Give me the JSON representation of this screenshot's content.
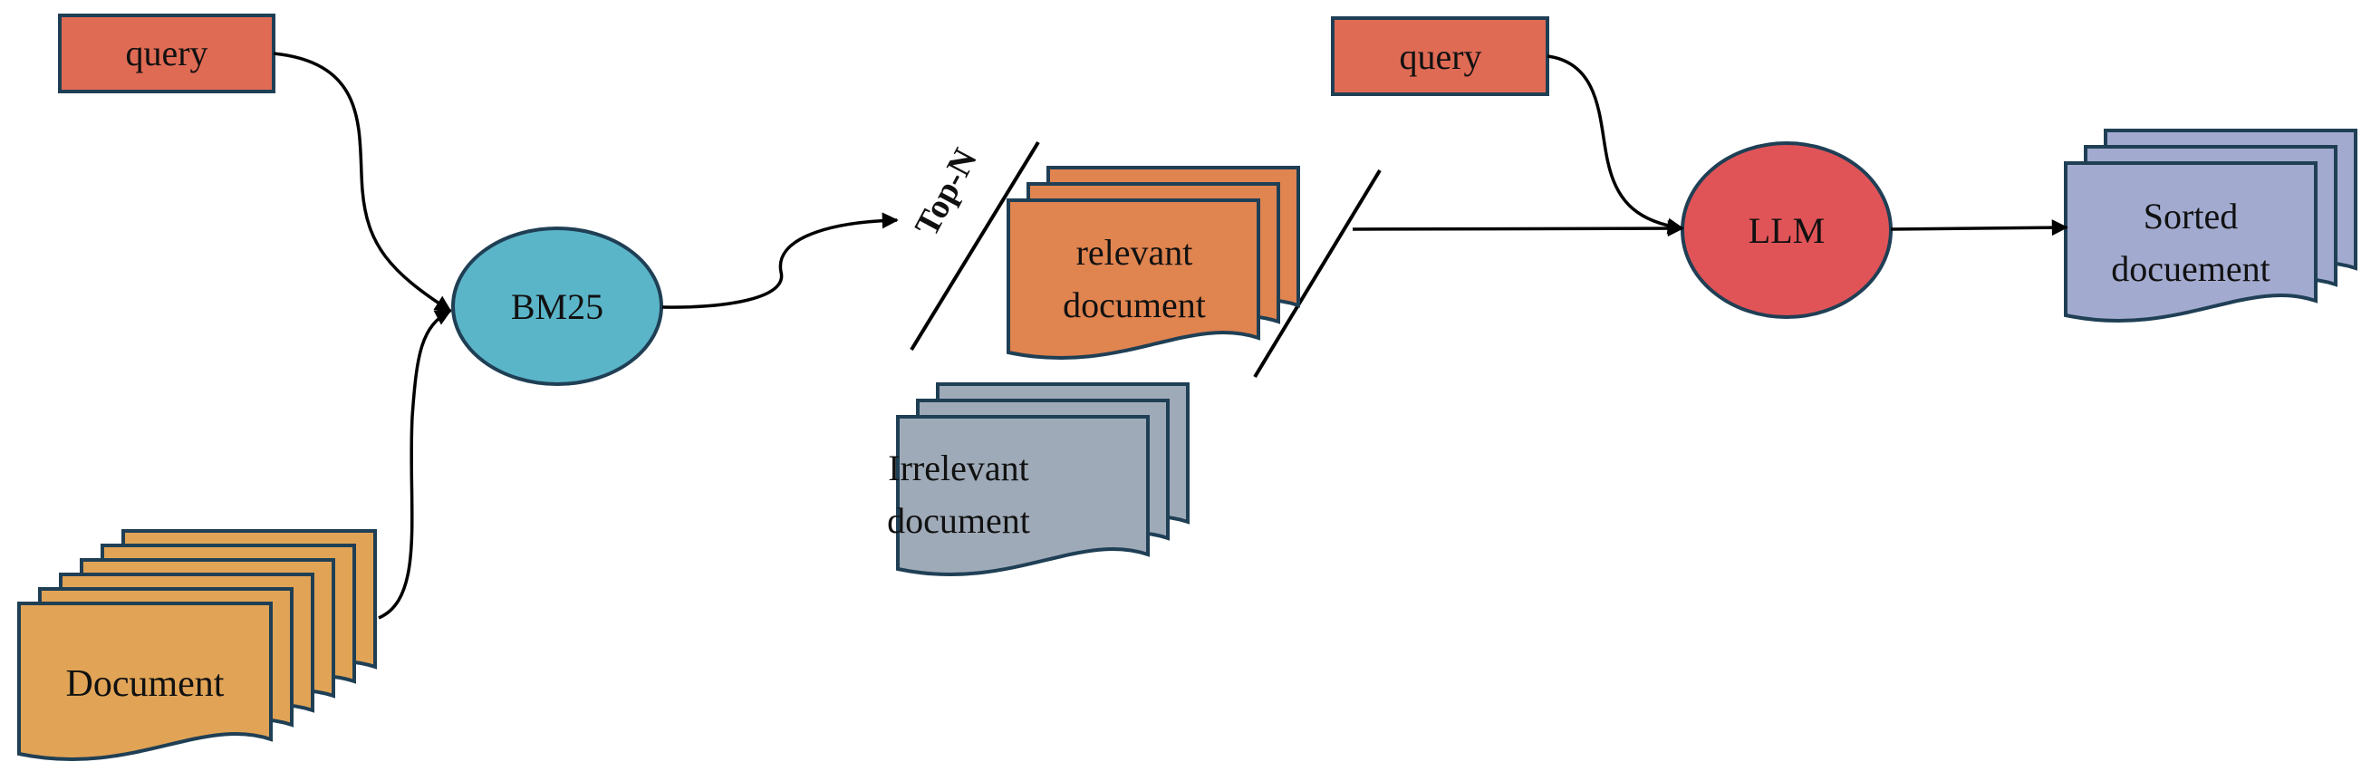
{
  "colors": {
    "query_fill": "#E06B55",
    "document_fill": "#E1A457",
    "bm25_fill": "#5BB5C8",
    "relevant_fill": "#E08450",
    "irrelevant_fill": "#9FAAB8",
    "llm_fill": "#E05458",
    "sorted_fill": "#A2AACF",
    "stroke": "#1F3F55",
    "arrow": "#000000"
  },
  "nodes": {
    "query_left": "query",
    "document": "Document",
    "bm25": "BM25",
    "top_n": "Top-N",
    "relevant_line1": "relevant",
    "relevant_line2": "document",
    "irrelevant_line1": "Irrelevant",
    "irrelevant_line2": "document",
    "query_right": "query",
    "llm": "LLM",
    "sorted_line1": "Sorted",
    "sorted_line2": "docuement"
  },
  "icons": [
    "document-stack-icon",
    "arrow-icon"
  ]
}
